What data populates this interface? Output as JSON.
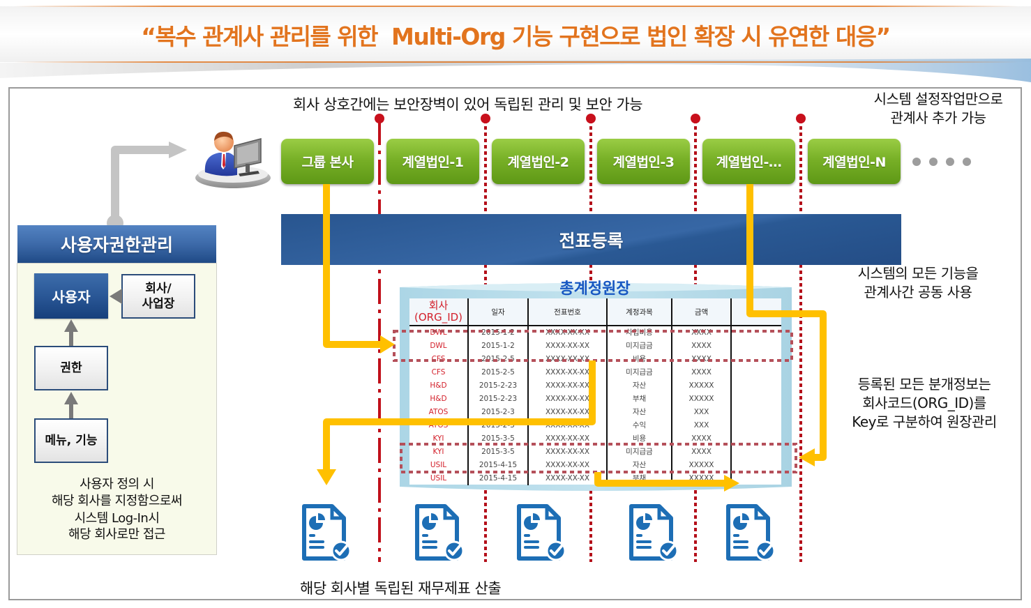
{
  "title": "“복수 관계사 관리를 위한  Multi-Org 기능 구현으로 법인 확장 시 유연한 대응”",
  "top_caption": "회사 상호간에는 보안장벽이 있어 독립된 관리 및 보안 가능",
  "top_right_caption": {
    "line1": "시스템 설정작업만으로",
    "line2": "관계사 추가 가능"
  },
  "companies": [
    {
      "label": "그룹 본사"
    },
    {
      "label": "계열법인-1"
    },
    {
      "label": "계열법인-2"
    },
    {
      "label": "계열법인-3"
    },
    {
      "label": "계열법인-…"
    },
    {
      "label": "계열법인-N"
    }
  ],
  "more_companies_icon": "ellipsis-dots-icon",
  "voucher_bar": {
    "label": "전표등록"
  },
  "shared_caption": {
    "line1": "시스템의 모든 기능을",
    "line2": "관계사간 공동 사용"
  },
  "key_caption": {
    "line1": "등록된 모든 분개정보는",
    "line2": "회사코드(ORG_ID)를",
    "line3": "Key로 구분하여 원장관리"
  },
  "left_panel": {
    "header": "사용자권한관리",
    "user": "사용자",
    "company_line1": "회사/",
    "company_line2": "사업장",
    "permission": "권한",
    "menu": "메뉴, 기능",
    "description": [
      "사용자 정의 시",
      "해당 회사를 지정함으로써",
      "시스템 Log-In시",
      "해당 회사로만 접근"
    ]
  },
  "ledger": {
    "title": "총계정원장",
    "header": {
      "company_line1": "회사",
      "company_line2": "(ORG_ID)",
      "date": "일자",
      "voucher_no": "전표번호",
      "account": "계정과목",
      "amount": "금액"
    },
    "rows": [
      {
        "company": "DWL",
        "date": "2015-1-2",
        "voucher_no": "XXXX-XX-XX",
        "account": "차입비용",
        "amount": "XXXX"
      },
      {
        "company": "DWL",
        "date": "2015-1-2",
        "voucher_no": "XXXX-XX-XX",
        "account": "미지급금",
        "amount": "XXXX"
      },
      {
        "company": "CFS",
        "date": "2015-2-5",
        "voucher_no": "XXXX-XX-XX",
        "account": "비용",
        "amount": "XXXX"
      },
      {
        "company": "CFS",
        "date": "2015-2-5",
        "voucher_no": "XXXX-XX-XX",
        "account": "미지급금",
        "amount": "XXXX"
      },
      {
        "company": "H&D",
        "date": "2015-2-23",
        "voucher_no": "XXXX-XX-XX",
        "account": "자산",
        "amount": "XXXXX"
      },
      {
        "company": "H&D",
        "date": "2015-2-23",
        "voucher_no": "XXXX-XX-XX",
        "account": "부채",
        "amount": "XXXXX"
      },
      {
        "company": "ATOS",
        "date": "2015-2-3",
        "voucher_no": "XXXX-XX-XX",
        "account": "자산",
        "amount": "XXX"
      },
      {
        "company": "ATOS",
        "date": "2015-2-3",
        "voucher_no": "XXXX-XX-XX",
        "account": "수익",
        "amount": "XXX"
      },
      {
        "company": "KYI",
        "date": "2015-3-5",
        "voucher_no": "XXXX-XX-XX",
        "account": "비용",
        "amount": "XXXX"
      },
      {
        "company": "KYI",
        "date": "2015-3-5",
        "voucher_no": "XXXX-XX-XX",
        "account": "미지급금",
        "amount": "XXXX"
      },
      {
        "company": "USIL",
        "date": "2015-4-15",
        "voucher_no": "XXXX-XX-XX",
        "account": "자산",
        "amount": "XXXXX"
      },
      {
        "company": "USIL",
        "date": "2015-4-15",
        "voucher_no": "XXXX-XX-XX",
        "account": "부채",
        "amount": "XXXXX"
      }
    ]
  },
  "bottom_caption": "해당 회사별 독립된 재무제표 산출",
  "colors": {
    "title_orange": "#e2741e",
    "company_green": "#78b027",
    "bar_blue": "#2f5e9c",
    "divider_red": "#c0101a",
    "flow_yellow": "#ffc000",
    "ledger_blue": "#b7dcea",
    "org_red": "#d3202b",
    "icon_blue": "#1d6eb5"
  }
}
